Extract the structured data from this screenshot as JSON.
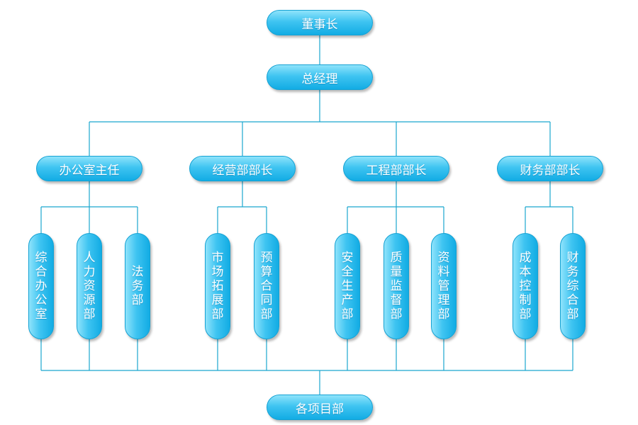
{
  "nodes": {
    "chairman": "董事长",
    "gm": "总经理",
    "office_director": "办公室主任",
    "business_head": "经营部部长",
    "engineering_head": "工程部部长",
    "finance_head": "财务部部长",
    "general_office": "综合办公室",
    "hr": "人力资源部",
    "legal": "法务部",
    "market": "市场拓展部",
    "budget": "预算合同部",
    "safety": "安全生产部",
    "quality": "质量监督部",
    "docs": "资料管理部",
    "cost": "成本控制部",
    "fin_general": "财务综合部",
    "projects": "各项目部"
  },
  "colors": {
    "node_fill": "#3fc4f1",
    "connector": "#1aa6cf"
  }
}
